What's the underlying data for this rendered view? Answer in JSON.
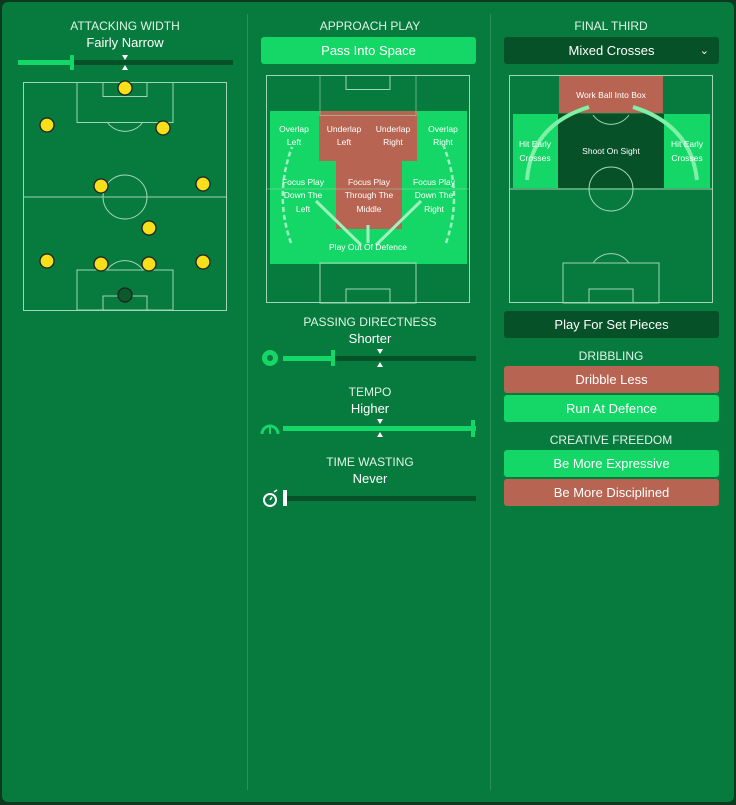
{
  "left": {
    "title": "ATTACKING WIDTH",
    "value": "Fairly Narrow"
  },
  "middle": {
    "title": "APPROACH PLAY",
    "selected": "Pass Into Space",
    "zones": {
      "overlap_left": [
        "Overlap",
        "Left"
      ],
      "underlap_left": [
        "Underlap",
        "Left"
      ],
      "underlap_right": [
        "Underlap",
        "Right"
      ],
      "overlap_right": [
        "Overlap",
        "Right"
      ],
      "focus_left": [
        "Focus Play",
        "Down The",
        "Left"
      ],
      "focus_middle": [
        "Focus Play",
        "Through The",
        "Middle"
      ],
      "focus_right": [
        "Focus Play",
        "Down The",
        "Right"
      ],
      "play_out": "Play Out Of Defence"
    },
    "passing": {
      "title": "PASSING DIRECTNESS",
      "value": "Shorter",
      "level": 0.27
    },
    "tempo": {
      "title": "TEMPO",
      "value": "Higher",
      "level": 1.0
    },
    "time_wasting": {
      "title": "TIME WASTING",
      "value": "Never",
      "level": 0.0
    }
  },
  "right": {
    "title": "FINAL THIRD",
    "dropdown": "Mixed Crosses",
    "zones": {
      "work_ball": "Work Ball Into Box",
      "shoot": "Shoot On Sight",
      "early_left": [
        "Hit Early",
        "Crosses"
      ],
      "early_right": [
        "Hit Early",
        "Crosses"
      ]
    },
    "set_pieces": "Play For Set Pieces",
    "dribbling": {
      "title": "DRIBBLING",
      "options": [
        "Dribble Less",
        "Run At Defence"
      ]
    },
    "creative": {
      "title": "CREATIVE FREEDOM",
      "options": [
        "Be More Expressive",
        "Be More Disciplined"
      ]
    }
  },
  "width_level": 0.25,
  "colors": {
    "bg": "#077a3e",
    "green": "#15d767",
    "red": "#b86452",
    "dark": "#065127",
    "player": "#f7e01a"
  }
}
